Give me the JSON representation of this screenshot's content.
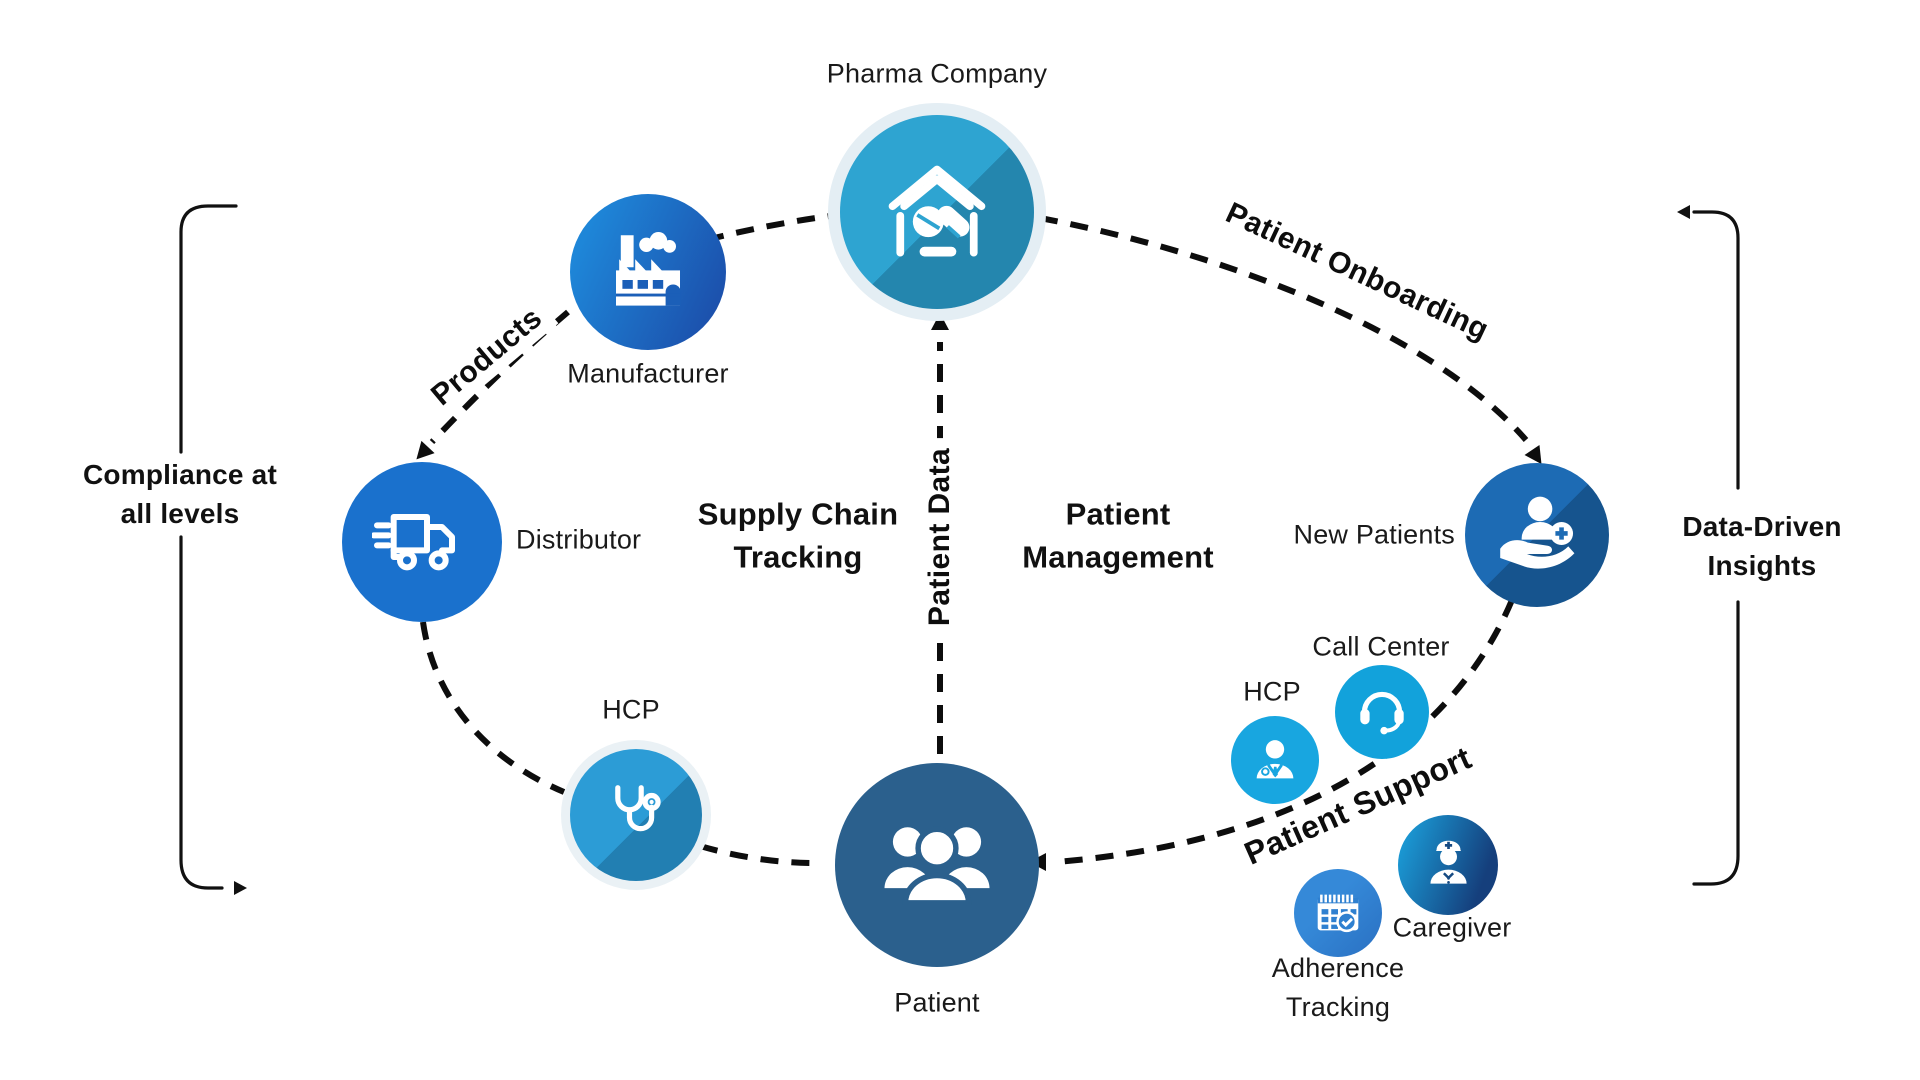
{
  "nodes": {
    "pharma": {
      "label": "Pharma Company"
    },
    "manufacturer": {
      "label": "Manufacturer"
    },
    "distributor": {
      "label": "Distributor"
    },
    "hcp_supply": {
      "label": "HCP"
    },
    "patient": {
      "label": "Patient"
    },
    "new_patients": {
      "label": "New Patients"
    },
    "hcp_support": {
      "label": "HCP"
    },
    "call_center": {
      "label": "Call Center"
    },
    "caregiver": {
      "label": "Caregiver"
    },
    "adherence_tracking": {
      "label": "Adherence Tracking"
    }
  },
  "edges": {
    "products": {
      "label": "Products"
    },
    "patient_onboarding": {
      "label": "Patient Onboarding"
    },
    "patient_data": {
      "label": "Patient Data"
    },
    "patient_support": {
      "label": "Patient Support"
    }
  },
  "regions": {
    "supply_chain_tracking": {
      "label": "Supply Chain Tracking"
    },
    "patient_management": {
      "label": "Patient Management"
    },
    "compliance": {
      "label": "Compliance at all levels"
    },
    "data_driven_insights": {
      "label": "Data-Driven Insights"
    }
  },
  "colors": {
    "pharma": "#2EA4D1",
    "manufacturer_gradient_start": "#1E86D8",
    "manufacturer_gradient_end": "#1C4FAB",
    "distributor": "#1A71CD",
    "hcp_supply": "#2C9CD6",
    "patient": "#2B608D",
    "new_patients": "#1D6BB4",
    "hcp_support": "#18A6E0",
    "call_center": "#12A2DB",
    "caregiver_gradient_start": "#1B9FDA",
    "caregiver_gradient_end": "#153F7C",
    "adherence": "#2F80D0",
    "connector": "#0D0D0D"
  }
}
